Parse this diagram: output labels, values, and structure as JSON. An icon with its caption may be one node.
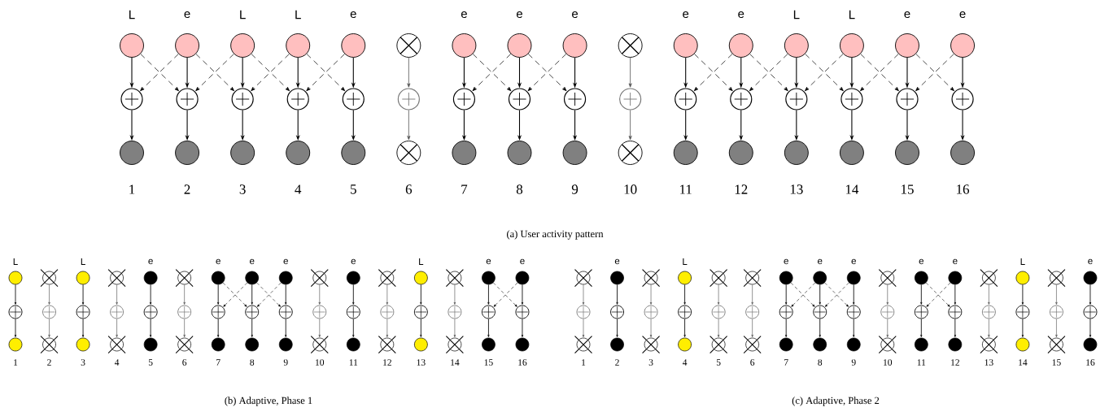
{
  "diagram": {
    "nodes": [
      {
        "text": [],
        "shape": "circle",
        "beside": [
          "L"
        ]
      },
      {
        "text": [],
        "shape": "circle-plus"
      },
      {
        "text": [],
        "shape": "circle",
        "beside": [
          "1"
        ]
      },
      {
        "text": [],
        "shape": "circle",
        "beside": [
          "e"
        ]
      },
      {
        "text": [],
        "shape": "circle-plus"
      },
      {
        "text": [],
        "shape": "circle",
        "beside": [
          "2"
        ]
      },
      {
        "text": [],
        "shape": "circle",
        "beside": [
          "L"
        ]
      },
      {
        "text": [],
        "shape": "circle-plus"
      },
      {
        "text": [],
        "shape": "circle",
        "beside": [
          "3"
        ]
      },
      {
        "text": [],
        "shape": "circle",
        "beside": [
          "L"
        ]
      },
      {
        "text": [],
        "shape": "circle-plus"
      },
      {
        "text": [],
        "shape": "circle",
        "beside": [
          "4"
        ]
      },
      {
        "text": [],
        "shape": "circle",
        "beside": [
          "e"
        ]
      },
      {
        "text": [],
        "shape": "circle-plus"
      },
      {
        "text": [],
        "shape": "circle",
        "beside": [
          "5"
        ]
      },
      {
        "text": [],
        "shape": "crossed-circle"
      },
      {
        "text": [],
        "shape": "circle-plus"
      },
      {
        "text": [],
        "shape": "crossed-circle",
        "beside": [
          "6"
        ]
      },
      {
        "text": [],
        "shape": "circle",
        "beside": [
          "e"
        ]
      },
      {
        "text": [],
        "shape": "circle-plus"
      },
      {
        "text": [],
        "shape": "circle",
        "beside": [
          "7"
        ]
      },
      {
        "text": [],
        "shape": "circle",
        "beside": [
          "e"
        ]
      },
      {
        "text": [],
        "shape": "circle-plus"
      },
      {
        "text": [],
        "shape": "circle",
        "beside": [
          "8"
        ]
      },
      {
        "text": [],
        "shape": "circle",
        "beside": [
          "e"
        ]
      },
      {
        "text": [],
        "shape": "circle-plus"
      },
      {
        "text": [],
        "shape": "circle",
        "beside": [
          "9"
        ]
      },
      {
        "text": [],
        "shape": "crossed-circle"
      },
      {
        "text": [],
        "shape": "circle-plus"
      },
      {
        "text": [],
        "shape": "crossed-circle",
        "beside": [
          "10"
        ]
      },
      {
        "text": [],
        "shape": "circle",
        "beside": [
          "e"
        ]
      },
      {
        "text": [],
        "shape": "circle-plus"
      },
      {
        "text": [],
        "shape": "circle",
        "beside": [
          "11"
        ]
      },
      {
        "text": [],
        "shape": "circle",
        "beside": [
          "e"
        ]
      },
      {
        "text": [],
        "shape": "circle-plus"
      },
      {
        "text": [],
        "shape": "circle",
        "beside": [
          "12"
        ]
      },
      {
        "text": [],
        "shape": "circle",
        "beside": [
          "L"
        ]
      },
      {
        "text": [],
        "shape": "circle-plus"
      },
      {
        "text": [],
        "shape": "circle",
        "beside": [
          "13"
        ]
      },
      {
        "text": [],
        "shape": "circle",
        "beside": [
          "L"
        ]
      },
      {
        "text": [],
        "shape": "circle-plus"
      },
      {
        "text": [],
        "shape": "circle",
        "beside": [
          "14"
        ]
      },
      {
        "text": [],
        "shape": "circle",
        "beside": [
          "e"
        ]
      },
      {
        "text": [],
        "shape": "circle-plus"
      },
      {
        "text": [],
        "shape": "circle",
        "beside": [
          "15"
        ]
      },
      {
        "text": [],
        "shape": "circle",
        "beside": [
          "e"
        ]
      },
      {
        "text": [],
        "shape": "circle-plus"
      },
      {
        "text": [],
        "shape": "circle",
        "beside": [
          "16"
        ]
      },
      {
        "text": [],
        "shape": "circle",
        "beside": [
          "L"
        ]
      },
      {
        "text": [],
        "shape": "circle-plus"
      },
      {
        "text": [],
        "shape": "circle",
        "beside": [
          "1"
        ]
      },
      {
        "text": [],
        "shape": "crossed-circle"
      },
      {
        "text": [],
        "shape": "circle-plus"
      },
      {
        "text": [],
        "shape": "crossed-circle",
        "beside": [
          "2"
        ]
      },
      {
        "text": [],
        "shape": "circle",
        "beside": [
          "L"
        ]
      },
      {
        "text": [],
        "shape": "circle-plus"
      },
      {
        "text": [],
        "shape": "circle",
        "beside": [
          "3"
        ]
      },
      {
        "text": [],
        "shape": "crossed-circle"
      },
      {
        "text": [],
        "shape": "circle-plus"
      },
      {
        "text": [],
        "shape": "crossed-circle",
        "beside": [
          "4"
        ]
      },
      {
        "text": [],
        "shape": "circle",
        "beside": [
          "e"
        ]
      },
      {
        "text": [],
        "shape": "circle-plus"
      },
      {
        "text": [],
        "shape": "circle",
        "beside": [
          "5"
        ]
      },
      {
        "text": [],
        "shape": "crossed-circle"
      },
      {
        "text": [],
        "shape": "circle-plus"
      },
      {
        "text": [],
        "shape": "crossed-circle",
        "beside": [
          "6"
        ]
      },
      {
        "text": [],
        "shape": "circle",
        "beside": [
          "e"
        ]
      },
      {
        "text": [],
        "shape": "circle-plus"
      },
      {
        "text": [],
        "shape": "circle",
        "beside": [
          "7"
        ]
      },
      {
        "text": [],
        "shape": "circle",
        "beside": [
          "e"
        ]
      },
      {
        "text": [],
        "shape": "circle-plus"
      },
      {
        "text": [],
        "shape": "circle",
        "beside": [
          "8"
        ]
      },
      {
        "text": [],
        "shape": "circle",
        "beside": [
          "e"
        ]
      },
      {
        "text": [],
        "shape": "circle-plus"
      },
      {
        "text": [],
        "shape": "circle",
        "beside": [
          "9"
        ]
      },
      {
        "text": [],
        "shape": "crossed-circle"
      },
      {
        "text": [],
        "shape": "circle-plus"
      },
      {
        "text": [],
        "shape": "crossed-circle",
        "beside": [
          "10"
        ]
      },
      {
        "text": [],
        "shape": "circle",
        "beside": [
          "e"
        ]
      },
      {
        "text": [],
        "shape": "circle-plus"
      },
      {
        "text": [],
        "shape": "circle",
        "beside": [
          "11"
        ]
      },
      {
        "text": [],
        "shape": "crossed-circle"
      },
      {
        "text": [],
        "shape": "circle-plus"
      },
      {
        "text": [],
        "shape": "crossed-circle",
        "beside": [
          "12"
        ]
      },
      {
        "text": [],
        "shape": "circle",
        "beside": [
          "L"
        ]
      },
      {
        "text": [],
        "shape": "circle-plus"
      },
      {
        "text": [],
        "shape": "circle",
        "beside": [
          "13"
        ]
      },
      {
        "text": [],
        "shape": "crossed-circle"
      },
      {
        "text": [],
        "shape": "circle-plus"
      },
      {
        "text": [],
        "shape": "crossed-circle",
        "beside": [
          "14"
        ]
      },
      {
        "text": [],
        "shape": "circle",
        "beside": [
          "e"
        ]
      },
      {
        "text": [],
        "shape": "circle-plus"
      },
      {
        "text": [],
        "shape": "circle",
        "beside": [
          "15"
        ]
      },
      {
        "text": [],
        "shape": "circle",
        "beside": [
          "e"
        ]
      },
      {
        "text": [],
        "shape": "circle-plus"
      },
      {
        "text": [],
        "shape": "circle",
        "beside": [
          "16"
        ]
      },
      {
        "text": [],
        "shape": "crossed-circle"
      },
      {
        "text": [],
        "shape": "circle-plus"
      },
      {
        "text": [],
        "shape": "crossed-circle",
        "beside": [
          "1"
        ]
      },
      {
        "text": [],
        "shape": "circle",
        "beside": [
          "e"
        ]
      },
      {
        "text": [],
        "shape": "circle-plus"
      },
      {
        "text": [],
        "shape": "circle",
        "beside": [
          "2"
        ]
      },
      {
        "text": [],
        "shape": "crossed-circle"
      },
      {
        "text": [],
        "shape": "circle-plus"
      },
      {
        "text": [],
        "shape": "crossed-circle",
        "beside": [
          "3"
        ]
      },
      {
        "text": [],
        "shape": "circle",
        "beside": [
          "L"
        ]
      },
      {
        "text": [],
        "shape": "circle-plus"
      },
      {
        "text": [],
        "shape": "circle",
        "beside": [
          "4"
        ]
      },
      {
        "text": [],
        "shape": "crossed-circle"
      },
      {
        "text": [],
        "shape": "circle-plus"
      },
      {
        "text": [],
        "shape": "crossed-circle",
        "beside": [
          "5"
        ]
      },
      {
        "text": [],
        "shape": "crossed-circle"
      },
      {
        "text": [],
        "shape": "circle-plus"
      },
      {
        "text": [],
        "shape": "crossed-circle",
        "beside": [
          "6"
        ]
      },
      {
        "text": [],
        "shape": "circle",
        "beside": [
          "e"
        ]
      },
      {
        "text": [],
        "shape": "circle-plus"
      },
      {
        "text": [],
        "shape": "circle",
        "beside": [
          "7"
        ]
      },
      {
        "text": [],
        "shape": "circle",
        "beside": [
          "e"
        ]
      },
      {
        "text": [],
        "shape": "circle-plus"
      },
      {
        "text": [],
        "shape": "circle",
        "beside": [
          "8"
        ]
      },
      {
        "text": [],
        "shape": "circle",
        "beside": [
          "e"
        ]
      },
      {
        "text": [],
        "shape": "circle-plus"
      },
      {
        "text": [],
        "shape": "circle",
        "beside": [
          "9"
        ]
      },
      {
        "text": [],
        "shape": "crossed-circle"
      },
      {
        "text": [],
        "shape": "circle-plus"
      },
      {
        "text": [],
        "shape": "crossed-circle",
        "beside": [
          "10"
        ]
      },
      {
        "text": [],
        "shape": "circle",
        "beside": [
          "e"
        ]
      },
      {
        "text": [],
        "shape": "circle-plus"
      },
      {
        "text": [],
        "shape": "circle",
        "beside": [
          "11"
        ]
      },
      {
        "text": [],
        "shape": "circle",
        "beside": [
          "e"
        ]
      },
      {
        "text": [],
        "shape": "circle-plus"
      },
      {
        "text": [],
        "shape": "circle",
        "beside": [
          "12"
        ]
      },
      {
        "text": [],
        "shape": "crossed-circle"
      },
      {
        "text": [],
        "shape": "circle-plus"
      },
      {
        "text": [],
        "shape": "crossed-circle",
        "beside": [
          "13"
        ]
      },
      {
        "text": [],
        "shape": "circle",
        "beside": [
          "L"
        ]
      },
      {
        "text": [],
        "shape": "circle-plus"
      },
      {
        "text": [],
        "shape": "circle",
        "beside": [
          "14"
        ]
      },
      {
        "text": [],
        "shape": "crossed-circle"
      },
      {
        "text": [],
        "shape": "circle-plus"
      },
      {
        "text": [],
        "shape": "crossed-circle",
        "beside": [
          "15"
        ]
      },
      {
        "text": [],
        "shape": "circle",
        "beside": [
          "e"
        ]
      },
      {
        "text": [],
        "shape": "circle-plus"
      },
      {
        "text": [],
        "shape": "circle",
        "beside": [
          "16"
        ]
      }
    ],
    "edges": [
      {
        "from": 0,
        "to": 1,
        "arrow": "to"
      },
      {
        "from": 1,
        "to": 2,
        "arrow": "to"
      },
      {
        "from": 3,
        "to": 4,
        "arrow": "to"
      },
      {
        "from": 4,
        "to": 5,
        "arrow": "to"
      },
      {
        "from": 6,
        "to": 7,
        "arrow": "to"
      },
      {
        "from": 7,
        "to": 8,
        "arrow": "to"
      },
      {
        "from": 9,
        "to": 10,
        "arrow": "to"
      },
      {
        "from": 10,
        "to": 11,
        "arrow": "to"
      },
      {
        "from": 12,
        "to": 13,
        "arrow": "to"
      },
      {
        "from": 13,
        "to": 14,
        "arrow": "to"
      },
      {
        "from": 15,
        "to": 16,
        "arrow": "to",
        "color": "#555555"
      },
      {
        "from": 16,
        "to": 17,
        "arrow": "to",
        "color": "#555555"
      },
      {
        "from": 18,
        "to": 19,
        "arrow": "to"
      },
      {
        "from": 19,
        "to": 20,
        "arrow": "to"
      },
      {
        "from": 21,
        "to": 22,
        "arrow": "to"
      },
      {
        "from": 22,
        "to": 23,
        "arrow": "to"
      },
      {
        "from": 24,
        "to": 25,
        "arrow": "to"
      },
      {
        "from": 25,
        "to": 26,
        "arrow": "to"
      },
      {
        "from": 27,
        "to": 28,
        "arrow": "to",
        "color": "#555555"
      },
      {
        "from": 28,
        "to": 29,
        "arrow": "to",
        "color": "#555555"
      },
      {
        "from": 30,
        "to": 31,
        "arrow": "to"
      },
      {
        "from": 31,
        "to": 32,
        "arrow": "to"
      },
      {
        "from": 33,
        "to": 34,
        "arrow": "to"
      },
      {
        "from": 34,
        "to": 35,
        "arrow": "to"
      },
      {
        "from": 36,
        "to": 37,
        "arrow": "to"
      },
      {
        "from": 37,
        "to": 38,
        "arrow": "to"
      },
      {
        "from": 39,
        "to": 40,
        "arrow": "to"
      },
      {
        "from": 40,
        "to": 41,
        "arrow": "to"
      },
      {
        "from": 42,
        "to": 43,
        "arrow": "to"
      },
      {
        "from": 43,
        "to": 44,
        "arrow": "to"
      },
      {
        "from": 45,
        "to": 46,
        "arrow": "to"
      },
      {
        "from": 46,
        "to": 47,
        "arrow": "to"
      },
      {
        "from": 48,
        "to": 49,
        "arrow": "to"
      },
      {
        "from": 49,
        "to": 50,
        "arrow": "to"
      },
      {
        "from": 51,
        "to": 52,
        "arrow": "to",
        "color": "#555555"
      },
      {
        "from": 52,
        "to": 53,
        "arrow": "to",
        "color": "#555555"
      },
      {
        "from": 54,
        "to": 55,
        "arrow": "to"
      },
      {
        "from": 55,
        "to": 56,
        "arrow": "to"
      },
      {
        "from": 57,
        "to": 58,
        "arrow": "to",
        "color": "#555555"
      },
      {
        "from": 58,
        "to": 59,
        "arrow": "to",
        "color": "#555555"
      },
      {
        "from": 60,
        "to": 61,
        "arrow": "to"
      },
      {
        "from": 61,
        "to": 62,
        "arrow": "to"
      },
      {
        "from": 63,
        "to": 64,
        "arrow": "to",
        "color": "#555555"
      },
      {
        "from": 64,
        "to": 65,
        "arrow": "to",
        "color": "#555555"
      },
      {
        "from": 66,
        "to": 67,
        "arrow": "to"
      },
      {
        "from": 67,
        "to": 68,
        "arrow": "to"
      },
      {
        "from": 69,
        "to": 70,
        "arrow": "to"
      },
      {
        "from": 70,
        "to": 71,
        "arrow": "to"
      },
      {
        "from": 72,
        "to": 73,
        "arrow": "to"
      },
      {
        "from": 73,
        "to": 74,
        "arrow": "to"
      },
      {
        "from": 75,
        "to": 76,
        "arrow": "to",
        "color": "#555555"
      },
      {
        "from": 76,
        "to": 77,
        "arrow": "to",
        "color": "#555555"
      },
      {
        "from": 78,
        "to": 79,
        "arrow": "to"
      },
      {
        "from": 79,
        "to": 80,
        "arrow": "to"
      },
      {
        "from": 81,
        "to": 82,
        "arrow": "to",
        "color": "#555555"
      },
      {
        "from": 82,
        "to": 83,
        "arrow": "to",
        "color": "#555555"
      },
      {
        "from": 84,
        "to": 85,
        "arrow": "to"
      },
      {
        "from": 85,
        "to": 86,
        "arrow": "to"
      },
      {
        "from": 87,
        "to": 88,
        "arrow": "to",
        "color": "#555555"
      },
      {
        "from": 88,
        "to": 89,
        "arrow": "to",
        "color": "#555555"
      },
      {
        "from": 90,
        "to": 91,
        "arrow": "to"
      },
      {
        "from": 91,
        "to": 92,
        "arrow": "to"
      },
      {
        "from": 93,
        "to": 94,
        "arrow": "to"
      },
      {
        "from": 94,
        "to": 95,
        "arrow": "to"
      },
      {
        "from": 96,
        "to": 97,
        "arrow": "to",
        "color": "#555555"
      },
      {
        "from": 97,
        "to": 98,
        "arrow": "to",
        "color": "#555555"
      },
      {
        "from": 99,
        "to": 100,
        "arrow": "to"
      },
      {
        "from": 100,
        "to": 101,
        "arrow": "to"
      },
      {
        "from": 102,
        "to": 103,
        "arrow": "to",
        "color": "#555555"
      },
      {
        "from": 103,
        "to": 104,
        "arrow": "to",
        "color": "#555555"
      },
      {
        "from": 105,
        "to": 106,
        "arrow": "to"
      },
      {
        "from": 106,
        "to": 107,
        "arrow": "to"
      },
      {
        "from": 108,
        "to": 109,
        "arrow": "to",
        "color": "#555555"
      },
      {
        "from": 109,
        "to": 110,
        "arrow": "to",
        "color": "#555555"
      },
      {
        "from": 111,
        "to": 112,
        "arrow": "to",
        "color": "#555555"
      },
      {
        "from": 112,
        "to": 113,
        "arrow": "to",
        "color": "#555555"
      },
      {
        "from": 114,
        "to": 115,
        "arrow": "to"
      },
      {
        "from": 115,
        "to": 116,
        "arrow": "to"
      },
      {
        "from": 117,
        "to": 118,
        "arrow": "to"
      },
      {
        "from": 118,
        "to": 119,
        "arrow": "to"
      },
      {
        "from": 120,
        "to": 121,
        "arrow": "to"
      },
      {
        "from": 121,
        "to": 122,
        "arrow": "to"
      },
      {
        "from": 123,
        "to": 124,
        "arrow": "to",
        "color": "#555555"
      },
      {
        "from": 124,
        "to": 125,
        "arrow": "to",
        "color": "#555555"
      },
      {
        "from": 126,
        "to": 127,
        "arrow": "to"
      },
      {
        "from": 127,
        "to": 128,
        "arrow": "to"
      },
      {
        "from": 129,
        "to": 130,
        "arrow": "to"
      },
      {
        "from": 130,
        "to": 131,
        "arrow": "to"
      },
      {
        "from": 132,
        "to": 133,
        "arrow": "to",
        "color": "#555555"
      },
      {
        "from": 133,
        "to": 134,
        "arrow": "to",
        "color": "#555555"
      },
      {
        "from": 135,
        "to": 136,
        "arrow": "to"
      },
      {
        "from": 136,
        "to": 137,
        "arrow": "to"
      },
      {
        "from": 138,
        "to": 139,
        "arrow": "to",
        "color": "#555555"
      },
      {
        "from": 139,
        "to": 140,
        "arrow": "to",
        "color": "#555555"
      },
      {
        "from": 141,
        "to": 142,
        "arrow": "to"
      },
      {
        "from": 142,
        "to": 143,
        "arrow": "to"
      },
      {
        "from": 0,
        "to": 4,
        "arrow": "to",
        "style": "dashed"
      },
      {
        "from": 3,
        "to": 1,
        "arrow": "to",
        "style": "dashed"
      },
      {
        "from": 3,
        "to": 7,
        "arrow": "to",
        "style": "dashed"
      },
      {
        "from": 6,
        "to": 4,
        "arrow": "to",
        "style": "dashed"
      },
      {
        "from": 6,
        "to": 10,
        "arrow": "to",
        "style": "dashed"
      },
      {
        "from": 9,
        "to": 7,
        "arrow": "to",
        "style": "dashed"
      },
      {
        "from": 9,
        "to": 13,
        "arrow": "to",
        "style": "dashed"
      },
      {
        "from": 12,
        "to": 10,
        "arrow": "to",
        "style": "dashed"
      },
      {
        "from": 18,
        "to": 22,
        "arrow": "to",
        "style": "dashed"
      },
      {
        "from": 21,
        "to": 19,
        "arrow": "to",
        "style": "dashed"
      },
      {
        "from": 21,
        "to": 25,
        "arrow": "to",
        "style": "dashed"
      },
      {
        "from": 24,
        "to": 22,
        "arrow": "to",
        "style": "dashed"
      },
      {
        "from": 30,
        "to": 34,
        "arrow": "to",
        "style": "dashed"
      },
      {
        "from": 33,
        "to": 31,
        "arrow": "to",
        "style": "dashed"
      },
      {
        "from": 33,
        "to": 37,
        "arrow": "to",
        "style": "dashed"
      },
      {
        "from": 36,
        "to": 34,
        "arrow": "to",
        "style": "dashed"
      },
      {
        "from": 36,
        "to": 40,
        "arrow": "to",
        "style": "dashed"
      },
      {
        "from": 39,
        "to": 37,
        "arrow": "to",
        "style": "dashed"
      },
      {
        "from": 39,
        "to": 43,
        "arrow": "to",
        "style": "dashed"
      },
      {
        "from": 42,
        "to": 40,
        "arrow": "to",
        "style": "dashed"
      },
      {
        "from": 42,
        "to": 46,
        "arrow": "to",
        "style": "dashed"
      },
      {
        "from": 45,
        "to": 43,
        "arrow": "to",
        "style": "dashed"
      },
      {
        "from": 66,
        "to": 70,
        "arrow": "to",
        "style": "dashed"
      },
      {
        "from": 69,
        "to": 67,
        "arrow": "to",
        "style": "dashed"
      },
      {
        "from": 69,
        "to": 73,
        "arrow": "to",
        "style": "dashed"
      },
      {
        "from": 72,
        "to": 70,
        "arrow": "to",
        "style": "dashed"
      },
      {
        "from": 90,
        "to": 94,
        "arrow": "to",
        "style": "dashed"
      },
      {
        "from": 93,
        "to": 91,
        "arrow": "to",
        "style": "dashed"
      },
      {
        "from": 114,
        "to": 118,
        "arrow": "to",
        "style": "dashed"
      },
      {
        "from": 117,
        "to": 115,
        "arrow": "to",
        "style": "dashed"
      },
      {
        "from": 117,
        "to": 121,
        "arrow": "to",
        "style": "dashed"
      },
      {
        "from": 120,
        "to": 118,
        "arrow": "to",
        "style": "dashed"
      },
      {
        "from": 126,
        "to": 130,
        "arrow": "to",
        "style": "dashed"
      },
      {
        "from": 129,
        "to": 127,
        "arrow": "to",
        "style": "dashed"
      }
    ],
    "labels": [
      "(a) User activity pattern",
      "(b) Adaptive, Phase 1",
      "(c) Adaptive, Phase 2"
    ]
  }
}
